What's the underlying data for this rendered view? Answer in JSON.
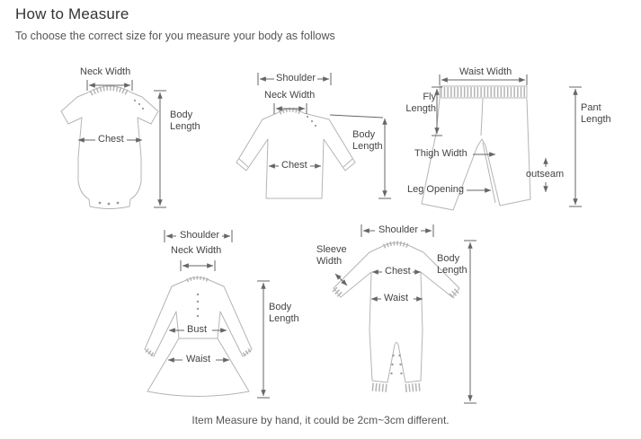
{
  "page": {
    "title": "How to Measure",
    "subtitle": "To choose the correct size for you measure your body as follows",
    "footer": "Item Measure by hand, it could be 2cm~3cm different."
  },
  "colors": {
    "line_art": "#b4b4b4",
    "measure_line": "#666666",
    "label_text": "#444444",
    "title_text": "#333333"
  },
  "diagrams": {
    "bodysuit": {
      "labels": {
        "neck_width": "Neck Width",
        "chest": "Chest",
        "body_length": "Body\nLength"
      }
    },
    "sweater": {
      "labels": {
        "shoulder": "Shoulder",
        "neck_width": "Neck Width",
        "chest": "Chest",
        "body_length": "Body\nLength"
      }
    },
    "pants": {
      "labels": {
        "waist_width": "Waist Width",
        "fly_length": "Fly\nLength",
        "pant_length": "Pant\nLength",
        "thigh_width": "Thigh Width",
        "outseam": "outseam",
        "leg_opening": "Leg Opening"
      }
    },
    "dress": {
      "labels": {
        "shoulder": "Shoulder",
        "neck_width": "Neck Width",
        "bust": "Bust",
        "waist": "Waist",
        "body_length": "Body\nLength"
      }
    },
    "romper": {
      "labels": {
        "shoulder": "Shoulder",
        "sleeve_width": "Sleeve\nWidth",
        "chest": "Chest",
        "waist": "Waist",
        "body_length": "Body\nLength"
      }
    }
  }
}
